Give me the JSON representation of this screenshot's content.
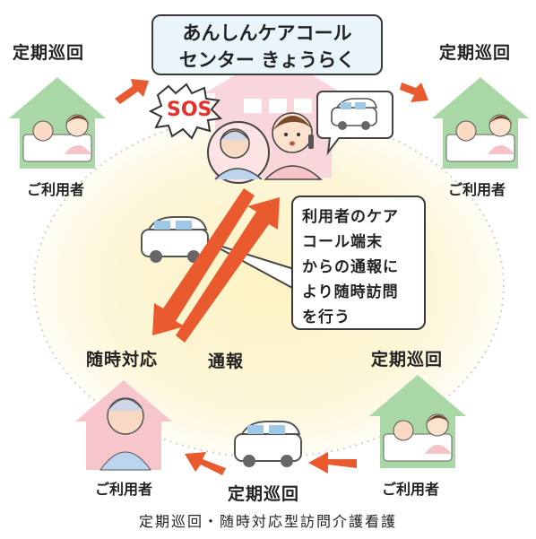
{
  "center": {
    "line1": "あんしんケアコール",
    "line2": "センター きょうらく"
  },
  "sos_label": "SOS",
  "labels": {
    "patrol_top_left": "定期巡回",
    "patrol_top_right": "定期巡回",
    "patrol_right": "定期巡回",
    "patrol_bottom": "定期巡回",
    "as_needed": "随時対応",
    "report": "通報"
  },
  "users": {
    "top_left": "ご利用者",
    "top_right": "ご利用者",
    "bottom_left": "ご利用者",
    "bottom_right": "ご利用者"
  },
  "note": "利用者のケア\nコール端末\nからの通報に\nより随時訪問\nを行う",
  "caption": "定期巡回・随時対応型訪問介護看護",
  "colors": {
    "arrow": "#ea5a2f",
    "house_green": "#a9d8a6",
    "house_pink": "#f6c6cc",
    "center_building": "#f8d6dc",
    "box_fill": "#eaf5fb",
    "area_fill": "#fdf6d8",
    "sos_red": "#e8302a"
  },
  "icons": [
    "car-icon",
    "house-icon",
    "operator-icon",
    "elderly-person-icon",
    "caregiver-icon",
    "sos-burst-icon",
    "speech-bubble-icon"
  ]
}
